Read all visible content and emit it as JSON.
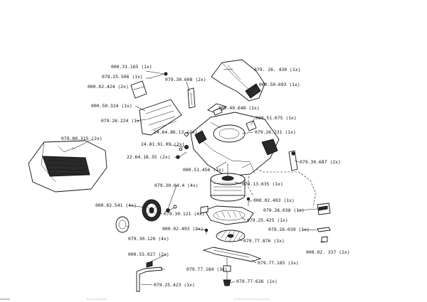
{
  "labels": {
    "p000_31_165": "000.31.165 (1x)",
    "p079_25_506": "079.25.506 (1x)",
    "p000_02_424": "000.02.424 (2x)",
    "p079_30_608": "079.30.608 (2x)",
    "p079_26_430": "079. 26. 430 (1x)",
    "p000_50_693": "000.50.693 (1x)",
    "p000_50_324": "000.50.324 (1x)",
    "p000_49_648": "000.49.648 (1x)",
    "p000_51_675": "000.51.675 (1x)",
    "p079_26_224": "079.26.224 (1x)",
    "p079_26_231": "079.26.231 (1x)",
    "p24_64_86_13": "24.64.86.13 (2x)",
    "p079_80_315": "079.80.315 (2x)",
    "p24_81_91_09": "24.81.91.09 (2x)",
    "p22_64_18_35": "22.64.18.35 (2x)",
    "p079_30_687": "079.30.687 (2x)",
    "p000_51_456": "000.51.456 (1x)",
    "p079_13_635": "079.13.635 (1x)",
    "p079_30_044": "079.30.04.4 (4x)",
    "p000_02_493a": "000.02.493 (1x)",
    "p000_02_541": "000.02.541 (4x)",
    "p079_30_121": "079.30.121 (4x)",
    "p079_26_038": "079.26.038 (1x)",
    "p079_25_425": "079.25.425 (1x)",
    "p000_02_493b": "000.02.493 (2x)",
    "p079_26_039": "079.26.039 (1x)",
    "p079_30_120": "079.30.120 (4x)",
    "p079_77_876": "079.77.876 (1x)",
    "p000_02_337": "000.02. 337 (2x)",
    "p000_55_027": "000.55.027 (2x)",
    "p079_77_185": "079.77.185 (1x)",
    "p079_77_184": "079.77.184 (1x)",
    "p079_77_626": "079.77.626 (1x)",
    "p079_25_423": "079.25.423 (1x)"
  }
}
